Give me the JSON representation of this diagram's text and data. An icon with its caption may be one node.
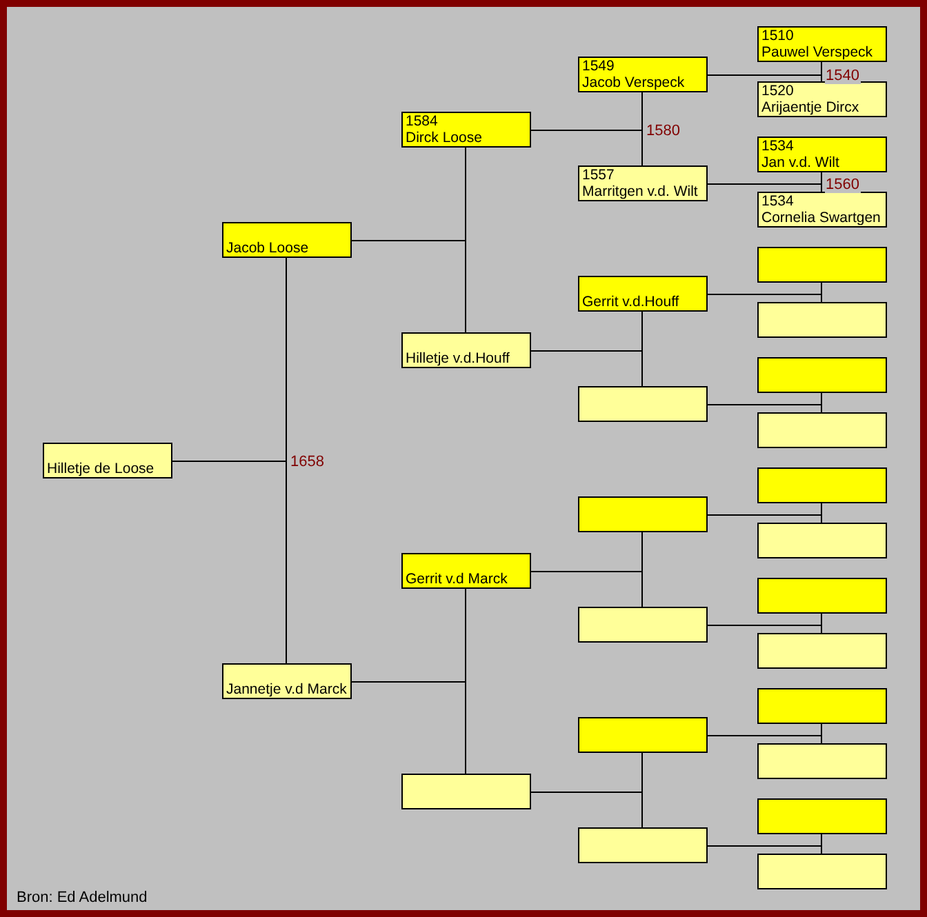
{
  "diagram": {
    "nodes": [
      {
        "text": [
          "Hilletje de Loose"
        ]
      },
      {
        "text": [
          "Jacob Loose"
        ]
      },
      {
        "text": [
          "Jannetje v.d Marck"
        ]
      },
      {
        "text": [
          "1584",
          "Dirck Loose"
        ]
      },
      {
        "text": [
          "Hilletje v.d.Houff"
        ]
      },
      {
        "text": [
          "Gerrit v.d Marck"
        ]
      },
      {
        "text": [],
        "shape": "box"
      },
      {
        "text": [
          "1549",
          "Jacob Verspeck"
        ]
      },
      {
        "text": [
          "1557",
          "Marritgen v.d. Wilt"
        ]
      },
      {
        "text": [
          "Gerrit v.d.Houff"
        ]
      },
      {
        "text": [],
        "shape": "box"
      },
      {
        "text": [],
        "shape": "box"
      },
      {
        "text": [],
        "shape": "box"
      },
      {
        "text": [],
        "shape": "box"
      },
      {
        "text": [],
        "shape": "box"
      },
      {
        "text": [
          "1510",
          "Pauwel Verspeck"
        ]
      },
      {
        "text": [
          "1520",
          "Arijaentje Dircx"
        ]
      },
      {
        "text": [
          "1534",
          "Jan v.d. Wilt"
        ]
      },
      {
        "text": [
          "1534",
          "Cornelia Swartgen"
        ]
      },
      {
        "text": [],
        "shape": "box"
      },
      {
        "text": [],
        "shape": "box"
      },
      {
        "text": [],
        "shape": "box"
      },
      {
        "text": [],
        "shape": "box"
      },
      {
        "text": [],
        "shape": "box"
      },
      {
        "text": [],
        "shape": "box"
      },
      {
        "text": [],
        "shape": "box"
      },
      {
        "text": [],
        "shape": "box"
      },
      {
        "text": [],
        "shape": "box"
      },
      {
        "text": [],
        "shape": "box"
      },
      {
        "text": [],
        "shape": "box"
      },
      {
        "text": [],
        "shape": "box"
      }
    ],
    "edges": [
      {
        "from": 0,
        "to": 1,
        "arrow": "none",
        "label": "1658"
      },
      {
        "from": 0,
        "to": 2,
        "arrow": "none"
      },
      {
        "from": 1,
        "to": 3,
        "arrow": "none"
      },
      {
        "from": 1,
        "to": 4,
        "arrow": "none"
      },
      {
        "from": 2,
        "to": 5,
        "arrow": "none"
      },
      {
        "from": 2,
        "to": 6,
        "arrow": "none"
      },
      {
        "from": 3,
        "to": 7,
        "arrow": "none",
        "label": "1580"
      },
      {
        "from": 3,
        "to": 8,
        "arrow": "none"
      },
      {
        "from": 4,
        "to": 9,
        "arrow": "none"
      },
      {
        "from": 4,
        "to": 10,
        "arrow": "none"
      },
      {
        "from": 5,
        "to": 11,
        "arrow": "none"
      },
      {
        "from": 5,
        "to": 12,
        "arrow": "none"
      },
      {
        "from": 6,
        "to": 13,
        "arrow": "none"
      },
      {
        "from": 6,
        "to": 14,
        "arrow": "none"
      },
      {
        "from": 7,
        "to": 15,
        "arrow": "none",
        "label": "1540"
      },
      {
        "from": 7,
        "to": 16,
        "arrow": "none"
      },
      {
        "from": 8,
        "to": 17,
        "arrow": "none",
        "label": "1560"
      },
      {
        "from": 8,
        "to": 18,
        "arrow": "none"
      },
      {
        "from": 9,
        "to": 19,
        "arrow": "none"
      },
      {
        "from": 9,
        "to": 20,
        "arrow": "none"
      },
      {
        "from": 10,
        "to": 21,
        "arrow": "none"
      },
      {
        "from": 10,
        "to": 22,
        "arrow": "none"
      },
      {
        "from": 11,
        "to": 23,
        "arrow": "none"
      },
      {
        "from": 11,
        "to": 24,
        "arrow": "none"
      },
      {
        "from": 12,
        "to": 25,
        "arrow": "none"
      },
      {
        "from": 12,
        "to": 26,
        "arrow": "none"
      },
      {
        "from": 13,
        "to": 27,
        "arrow": "none"
      },
      {
        "from": 13,
        "to": 28,
        "arrow": "none"
      },
      {
        "from": 14,
        "to": 29,
        "arrow": "none"
      },
      {
        "from": 14,
        "to": 30,
        "arrow": "none"
      }
    ],
    "labels": [
      "Bron: Ed Adelmund"
    ]
  }
}
